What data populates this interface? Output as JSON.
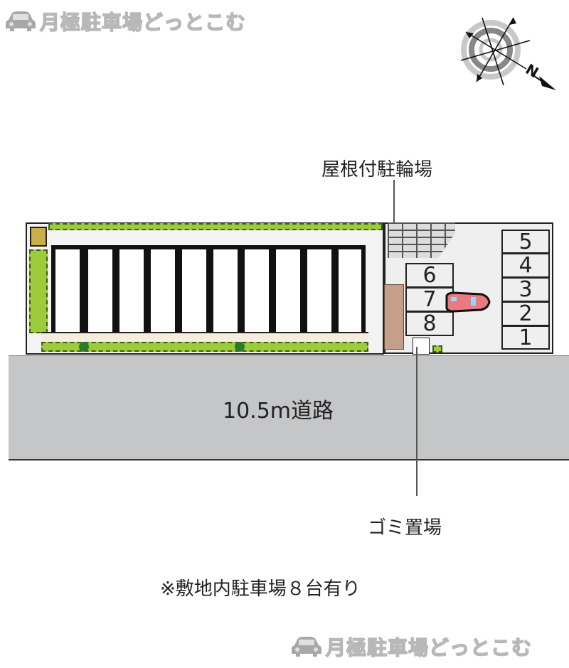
{
  "watermark": {
    "text": "月極駐車場どっとこむ",
    "icon": "car-icon"
  },
  "compass": {
    "icon": "compass-rose-icon",
    "north_label": "N",
    "direction": "north points lower-right"
  },
  "labels": {
    "covered_bicycle_parking": "屋根付駐輪場",
    "road": "10.5m道路",
    "garbage_area": "ゴミ置場",
    "note": "※敷地内駐車場８台有り"
  },
  "parking": {
    "right_column": [
      "5",
      "4",
      "3",
      "2",
      "1"
    ],
    "middle_column": [
      "6",
      "7",
      "8"
    ],
    "total_spaces": 8
  },
  "building": {
    "unit_count": 10
  },
  "colors": {
    "road": "#c5c6c8",
    "greenery": "#9ccc3c",
    "parking_lot": "#efefef",
    "bike_shelter": "#c4a08a",
    "car": "#e87a80",
    "watermark": "#d8d8d8"
  }
}
